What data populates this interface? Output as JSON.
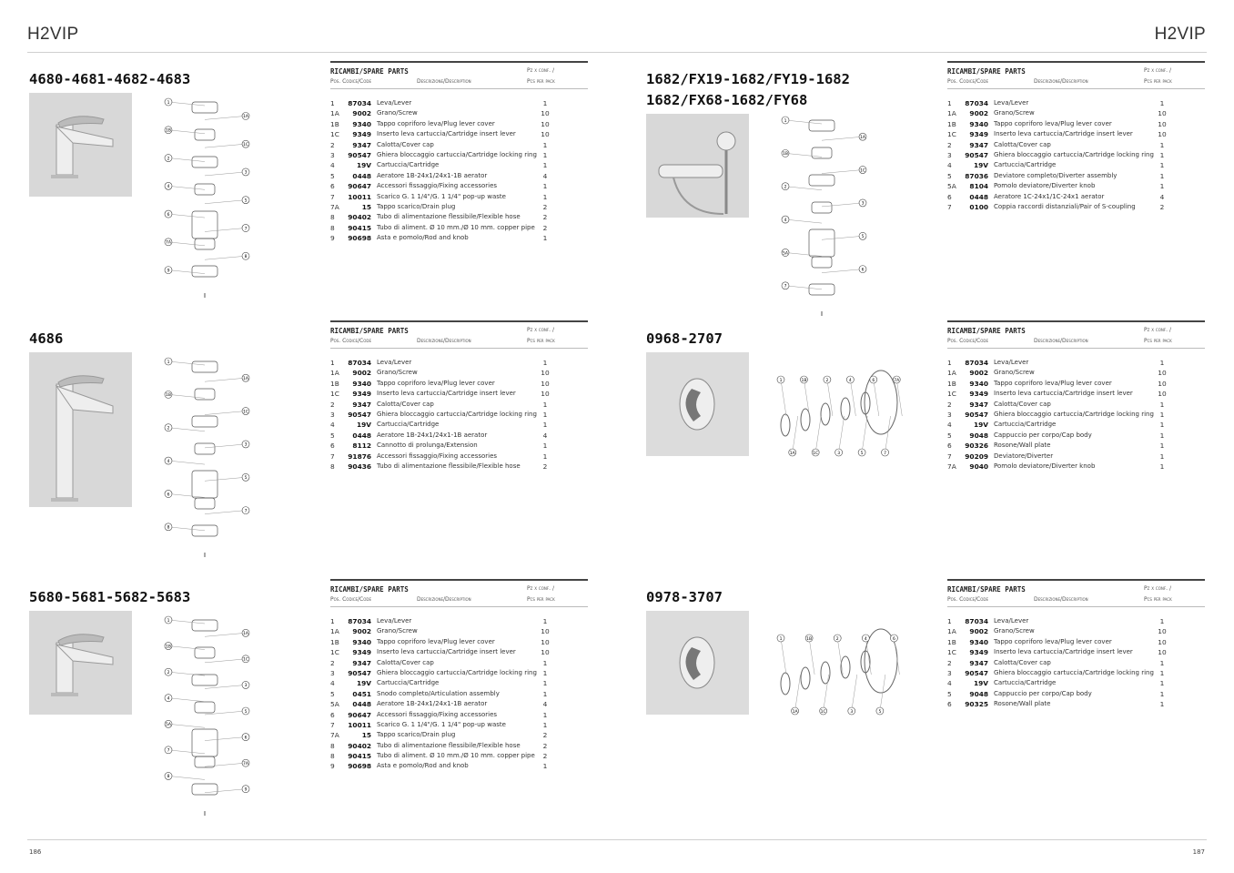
{
  "header": {
    "brand_left": "H2VIP",
    "brand_right": "H2VIP"
  },
  "footer": {
    "page_left": "186",
    "page_right": "187"
  },
  "table_header": {
    "title": "RICAMBI/SPARE PARTS",
    "qty_line1": "Pz x conf. /",
    "pos_code": "Pos. Codice/Code",
    "description": "Descrizione/Description",
    "qty_line2": "Pcs per pack"
  },
  "sections": [
    {
      "title": "4680-4681-4682-4683",
      "callouts": [
        "1",
        "1A",
        "1B",
        "1C",
        "2",
        "3",
        "4",
        "5",
        "6",
        "7",
        "7A",
        "8",
        "9"
      ],
      "parts": [
        [
          "1",
          "87034",
          "Leva/Lever",
          "1"
        ],
        [
          "1A",
          "9002",
          "Grano/Screw",
          "10"
        ],
        [
          "1B",
          "9340",
          "Tappo copriforo leva/Plug lever cover",
          "10"
        ],
        [
          "1C",
          "9349",
          "Inserto leva cartuccia/Cartridge insert lever",
          "10"
        ],
        [
          "2",
          "9347",
          "Calotta/Cover cap",
          "1"
        ],
        [
          "3",
          "90547",
          "Ghiera bloccaggio cartuccia/Cartridge locking ring",
          "1"
        ],
        [
          "4",
          "19V",
          "Cartuccia/Cartridge",
          "1"
        ],
        [
          "5",
          "0448",
          "Aeratore 1B-24x1/24x1-1B aerator",
          "4"
        ],
        [
          "6",
          "90647",
          "Accessori fissaggio/Fixing accessories",
          "1"
        ],
        [
          "7",
          "10011",
          "Scarico G. 1 1/4\"/G. 1 1/4\" pop-up waste",
          "1"
        ],
        [
          "7A",
          "15",
          "Tappo scarico/Drain plug",
          "2"
        ],
        [
          "8",
          "90402",
          "Tubo di alimentazione  flessibile/Flexible hose",
          "2"
        ],
        [
          "8",
          "90415",
          "Tubo di aliment. Ø 10 mm./Ø 10 mm. copper pipe",
          "2"
        ],
        [
          "9",
          "90698",
          "Asta e pomolo/Rod and knob",
          "1"
        ]
      ]
    },
    {
      "title": "1682/FX19-1682/FY19-1682",
      "title2": "1682/FX68-1682/FY68",
      "callouts": [
        "1",
        "1A",
        "1B",
        "1C",
        "2",
        "3",
        "4",
        "5",
        "5A",
        "6",
        "7"
      ],
      "parts": [
        [
          "1",
          "87034",
          "Leva/Lever",
          "1"
        ],
        [
          "1A",
          "9002",
          "Grano/Screw",
          "10"
        ],
        [
          "1B",
          "9340",
          "Tappo copriforo leva/Plug lever cover",
          "10"
        ],
        [
          "1C",
          "9349",
          "Inserto leva cartuccia/Cartridge insert lever",
          "10"
        ],
        [
          "2",
          "9347",
          "Calotta/Cover cap",
          "1"
        ],
        [
          "3",
          "90547",
          "Ghiera bloccaggio cartuccia/Cartridge locking ring",
          "1"
        ],
        [
          "4",
          "19V",
          "Cartuccia/Cartridge",
          "1"
        ],
        [
          "5",
          "87036",
          "Deviatore completo/Diverter assembly",
          "1"
        ],
        [
          "5A",
          "8104",
          "Pomolo deviatore/Diverter knob",
          "1"
        ],
        [
          "6",
          "0448",
          "Aeratore 1C-24x1/1C-24x1 aerator",
          "4"
        ],
        [
          "7",
          "0100",
          "Coppia raccordi distanziali/Pair of S-coupling",
          "2"
        ]
      ]
    },
    {
      "title": "4686",
      "callouts": [
        "1",
        "1A",
        "1B",
        "1C",
        "2",
        "3",
        "4",
        "5",
        "6",
        "7",
        "8"
      ],
      "parts": [
        [
          "1",
          "87034",
          "Leva/Lever",
          "1"
        ],
        [
          "1A",
          "9002",
          "Grano/Screw",
          "10"
        ],
        [
          "1B",
          "9340",
          "Tappo copriforo leva/Plug lever cover",
          "10"
        ],
        [
          "1C",
          "9349",
          "Inserto leva cartuccia/Cartridge insert lever",
          "10"
        ],
        [
          "2",
          "9347",
          "Calotta/Cover cap",
          "1"
        ],
        [
          "3",
          "90547",
          "Ghiera bloccaggio cartuccia/Cartridge locking ring",
          "1"
        ],
        [
          "4",
          "19V",
          "Cartuccia/Cartridge",
          "1"
        ],
        [
          "5",
          "0448",
          "Aeratore 1B-24x1/24x1-1B aerator",
          "4"
        ],
        [
          "6",
          "8112",
          "Cannotto di prolunga/Extension",
          "1"
        ],
        [
          "7",
          "91876",
          "Accessori fissaggio/Fixing accessories",
          "1"
        ],
        [
          "8",
          "90436",
          "Tubo di alimentazione  flessibile/Flexible hose",
          "2"
        ]
      ]
    },
    {
      "title": "0968-2707",
      "callouts": [
        "1",
        "1A",
        "1B",
        "1C",
        "2",
        "3",
        "4",
        "5",
        "6",
        "7",
        "7A"
      ],
      "parts": [
        [
          "1",
          "87034",
          "Leva/Lever",
          "1"
        ],
        [
          "1A",
          "9002",
          "Grano/Screw",
          "10"
        ],
        [
          "1B",
          "9340",
          "Tappo copriforo leva/Plug lever cover",
          "10"
        ],
        [
          "1C",
          "9349",
          "Inserto leva cartuccia/Cartridge insert lever",
          "10"
        ],
        [
          "2",
          "9347",
          "Calotta/Cover cap",
          "1"
        ],
        [
          "3",
          "90547",
          "Ghiera bloccaggio cartuccia/Cartridge locking ring",
          "1"
        ],
        [
          "4",
          "19V",
          "Cartuccia/Cartridge",
          "1"
        ],
        [
          "5",
          "9048",
          "Cappuccio per corpo/Cap body",
          "1"
        ],
        [
          "6",
          "90326",
          "Rosone/Wall plate",
          "1"
        ],
        [
          "7",
          "90209",
          "Deviatore/Diverter",
          "1"
        ],
        [
          "7A",
          "9040",
          "Pomolo deviatore/Diverter knob",
          "1"
        ]
      ]
    },
    {
      "title": "5680-5681-5682-5683",
      "callouts": [
        "1",
        "1A",
        "1B",
        "1C",
        "2",
        "3",
        "4",
        "5",
        "5A",
        "6",
        "7",
        "7A",
        "8",
        "9"
      ],
      "parts": [
        [
          "1",
          "87034",
          "Leva/Lever",
          "1"
        ],
        [
          "1A",
          "9002",
          "Grano/Screw",
          "10"
        ],
        [
          "1B",
          "9340",
          "Tappo copriforo leva/Plug lever cover",
          "10"
        ],
        [
          "1C",
          "9349",
          "Inserto leva cartuccia/Cartridge insert lever",
          "10"
        ],
        [
          "2",
          "9347",
          "Calotta/Cover cap",
          "1"
        ],
        [
          "3",
          "90547",
          "Ghiera bloccaggio cartuccia/Cartridge locking ring",
          "1"
        ],
        [
          "4",
          "19V",
          "Cartuccia/Cartridge",
          "1"
        ],
        [
          "5",
          "0451",
          "Snodo completo/Articulation assembly",
          "1"
        ],
        [
          "5A",
          "0448",
          "Aeratore 1B-24x1/24x1-1B aerator",
          "4"
        ],
        [
          "6",
          "90647",
          "Accessori fissaggio/Fixing accessories",
          "1"
        ],
        [
          "7",
          "10011",
          "Scarico G. 1 1/4\"/G. 1 1/4\" pop-up waste",
          "1"
        ],
        [
          "7A",
          "15",
          "Tappo scarico/Drain plug",
          "2"
        ],
        [
          "8",
          "90402",
          "Tubo di alimentazione  flessibile/Flexible hose",
          "2"
        ],
        [
          "8",
          "90415",
          "Tubo di aliment. Ø 10 mm./Ø 10 mm. copper pipe",
          "2"
        ],
        [
          "9",
          "90698",
          "Asta e pomolo/Rod and knob",
          "1"
        ]
      ]
    },
    {
      "title": "0978-3707",
      "callouts": [
        "1",
        "1A",
        "1B",
        "1C",
        "2",
        "3",
        "4",
        "5",
        "6"
      ],
      "parts": [
        [
          "1",
          "87034",
          "Leva/Lever",
          "1"
        ],
        [
          "1A",
          "9002",
          "Grano/Screw",
          "10"
        ],
        [
          "1B",
          "9340",
          "Tappo copriforo leva/Plug lever cover",
          "10"
        ],
        [
          "1C",
          "9349",
          "Inserto leva cartuccia/Cartridge insert lever",
          "10"
        ],
        [
          "2",
          "9347",
          "Calotta/Cover cap",
          "1"
        ],
        [
          "3",
          "90547",
          "Ghiera bloccaggio cartuccia/Cartridge locking ring",
          "1"
        ],
        [
          "4",
          "19V",
          "Cartuccia/Cartridge",
          "1"
        ],
        [
          "5",
          "9048",
          "Cappuccio per corpo/Cap body",
          "1"
        ],
        [
          "6",
          "90325",
          "Rosone/Wall plate",
          "1"
        ]
      ]
    }
  ]
}
